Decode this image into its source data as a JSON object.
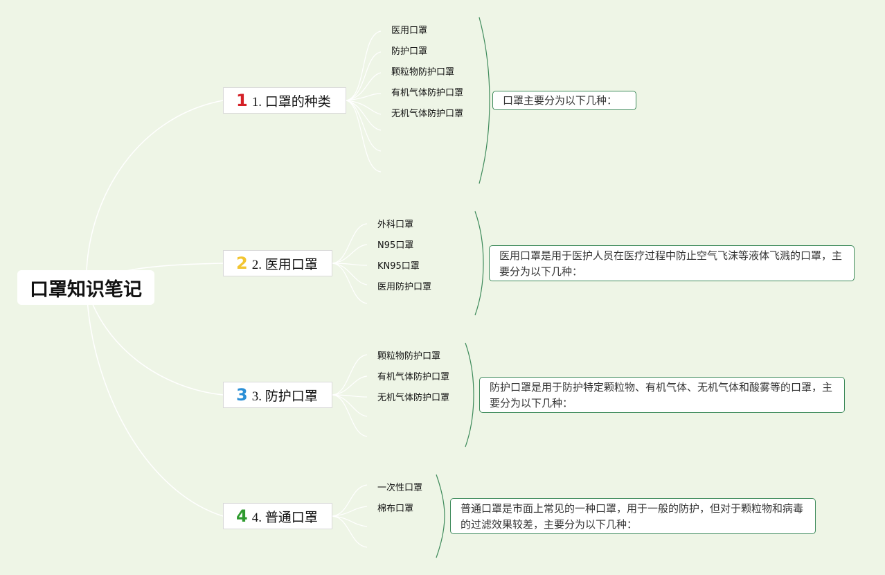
{
  "root": {
    "title": "口罩知识笔记"
  },
  "branches": [
    {
      "number": "1",
      "number_color": "#d42027",
      "label": "1. 口罩的种类",
      "items": [
        "医用口罩",
        "防护口罩",
        "颗粒物防护口罩",
        "有机气体防护口罩",
        "无机气体防护口罩"
      ],
      "note": "口罩主要分为以下几种："
    },
    {
      "number": "2",
      "number_color": "#f2c531",
      "label": "2. 医用口罩",
      "items": [
        "外科口罩",
        "N95口罩",
        "KN95口罩",
        "医用防护口罩"
      ],
      "note": "医用口罩是用于医护人员在医疗过程中防止空气飞沫等液体飞溅的口罩，主要分为以下几种："
    },
    {
      "number": "3",
      "number_color": "#2b8fd6",
      "label": "3. 防护口罩",
      "items": [
        "颗粒物防护口罩",
        "有机气体防护口罩",
        "无机气体防护口罩"
      ],
      "note": "防护口罩是用于防护特定颗粒物、有机气体、无机气体和酸雾等的口罩，主要分为以下几种："
    },
    {
      "number": "4",
      "number_color": "#2e9a2e",
      "label": "4. 普通口罩",
      "items": [
        "一次性口罩",
        "棉布口罩"
      ],
      "note": "普通口罩是市面上常见的一种口罩，用于一般的防护，但对于颗粒物和病毒的过滤效果较差，主要分为以下几种："
    }
  ],
  "colors": {
    "background": "#eef5e6",
    "note_border": "#3d8a5a",
    "bracket": "#3d8a5a",
    "connector": "#ffffff"
  }
}
